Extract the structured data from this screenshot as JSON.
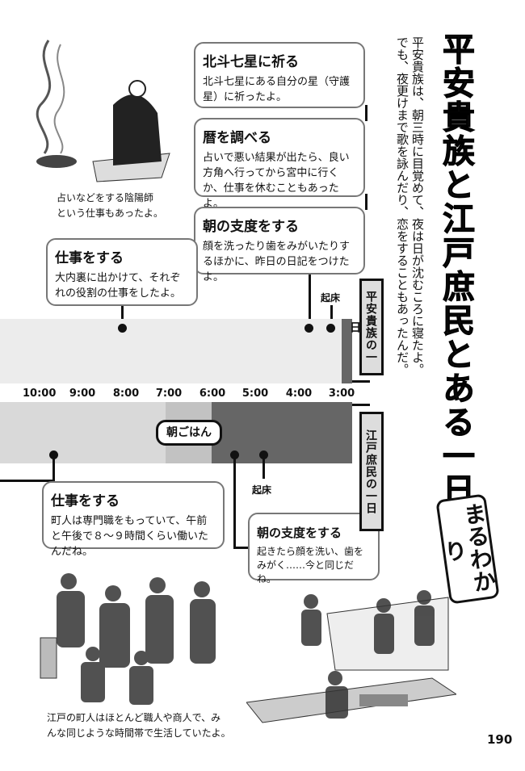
{
  "title": "平安貴族と江戸庶民とある一日",
  "badge": "まるわかり",
  "intro": [
    "平安貴族は、朝三時に目覚めて、夜は日が沈むころに寝たよ。",
    "でも、夜更けまで歌を詠んだり、恋をすることもあったんだ。"
  ],
  "heian": {
    "label": "平安貴族の一日",
    "wake": "起床",
    "events": [
      {
        "title": "北斗七星に祈る",
        "text": "北斗七星にある自分の星（守護星）に祈ったよ。"
      },
      {
        "title": "暦を調べる",
        "text": "占いで悪い結果が出たら、良い方角へ行ってから宮中に行くか、仕事を休むこともあったよ。"
      },
      {
        "title": "朝の支度をする",
        "text": "顔を洗ったり歯をみがいたりするほかに、昨日の日記をつけたよ。"
      },
      {
        "title": "仕事をする",
        "text": "大内裏に出かけて、それぞれの役割の仕事をしたよ。"
      }
    ],
    "caption": [
      "占いなどをする陰陽師",
      "という仕事もあったよ。"
    ]
  },
  "times": [
    "10:00",
    "9:00",
    "8:00",
    "7:00",
    "6:00",
    "5:00",
    "4:00",
    "3:00"
  ],
  "edo": {
    "label": "江戸庶民の一日",
    "wake": "起床",
    "breakfast": "朝ごはん",
    "events": [
      {
        "title": "仕事をする",
        "text": "町人は専門職をもっていて、午前と午後で８～９時間くらい働いたんだね。"
      },
      {
        "title": "朝の支度をする",
        "text": "起きたら顔を洗い、歯をみがく……今と同じだね。"
      }
    ],
    "caption": [
      "江戸の町人はほとんど職人や商人で、み",
      "んな同じような時間帯で生活していたよ。"
    ]
  },
  "page_number": "190"
}
